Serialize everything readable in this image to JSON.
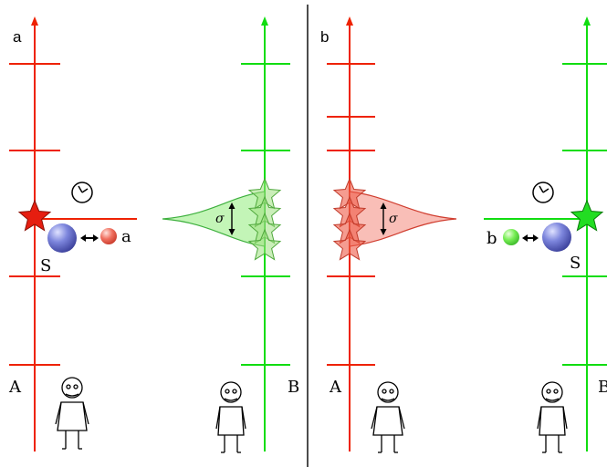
{
  "panels": [
    {
      "label": "a",
      "sender": "S",
      "particle": "a",
      "observers": [
        "A",
        "B"
      ],
      "spread_symbol": "σ"
    },
    {
      "label": "b",
      "sender": "S",
      "particle": "b",
      "observers": [
        "A",
        "B"
      ],
      "spread_symbol": "σ"
    }
  ],
  "colors": {
    "observer_a_line": "#ee2200",
    "observer_b_line": "#11dd11",
    "star_red": "#e61e10",
    "star_green": "#22dd22",
    "particle_red": "#f07060",
    "particle_green": "#77ee55",
    "source_sphere": "#5a63c8",
    "divider": "#000000"
  },
  "icons": [
    "clock-icon",
    "star-icon",
    "double-arrow-icon",
    "stick-figure-icon",
    "sphere-icon"
  ]
}
